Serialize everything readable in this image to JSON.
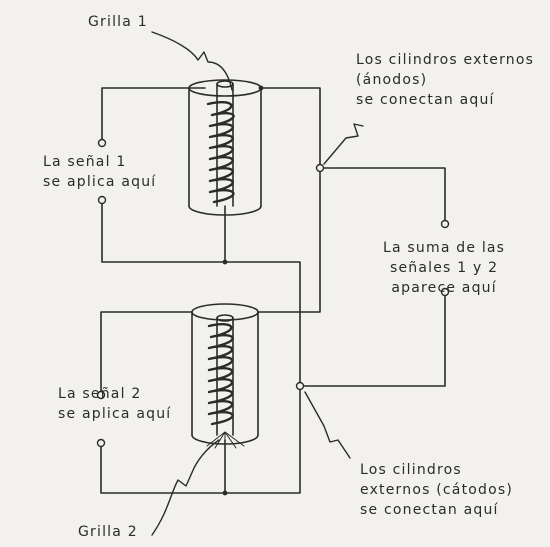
{
  "labels": {
    "grilla1": "Grilla 1",
    "grilla2": "Grilla 2",
    "anodos": [
      "Los cilindros externos",
      "(ánodos)",
      "se conectan aquí"
    ],
    "senal1": [
      "La señal 1",
      "se aplica aquí"
    ],
    "suma": [
      "La suma de las",
      "señales 1 y 2",
      "aparece aquí"
    ],
    "senal2": [
      "La señal 2",
      "se aplica aquí"
    ],
    "catodos": [
      "Los cilindros",
      "externos (cátodos)",
      "se conectan aquí"
    ]
  },
  "colors": {
    "ink": "#2b2b2b",
    "paper": "#f2f1ee"
  }
}
